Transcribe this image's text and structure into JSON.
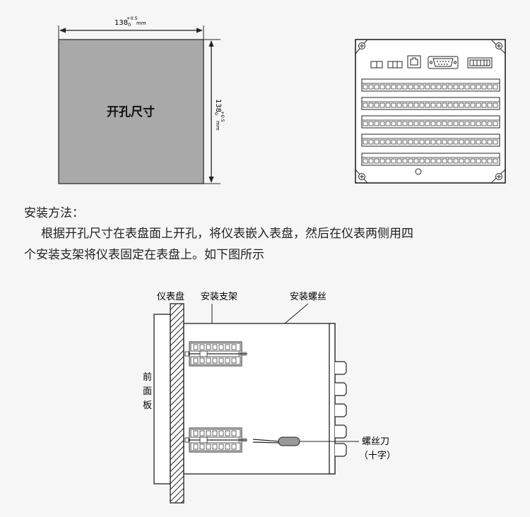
{
  "cutout": {
    "label": "开孔尺寸",
    "width_dim_main": "138",
    "width_dim_tol_upper": "+0.5",
    "width_dim_tol_lower": "0",
    "width_dim_unit": "mm",
    "height_dim_main": "138",
    "height_dim_tol_upper": "+0.5",
    "height_dim_tol_lower": "0",
    "height_dim_unit": "mm"
  },
  "instructions": {
    "title": "安装方法：",
    "line1": "根据开孔尺寸在表盘面上开孔，将仪表嵌入表盘，然后在仪表两侧用四",
    "line2": "个安装支架将仪表固定在表盘上。如下图所示"
  },
  "side_view": {
    "panel_label": "仪表盘",
    "bracket_label": "安装支架",
    "screw_label": "安装螺丝",
    "front_panel_label_1": "前",
    "front_panel_label_2": "面",
    "front_panel_label_3": "板",
    "screwdriver_label": "螺丝刀",
    "screwdriver_type": "（十字）"
  },
  "colors": {
    "cutout_fill": "#a9a9a9",
    "line": "#222222",
    "background": "#f6f6f6"
  }
}
